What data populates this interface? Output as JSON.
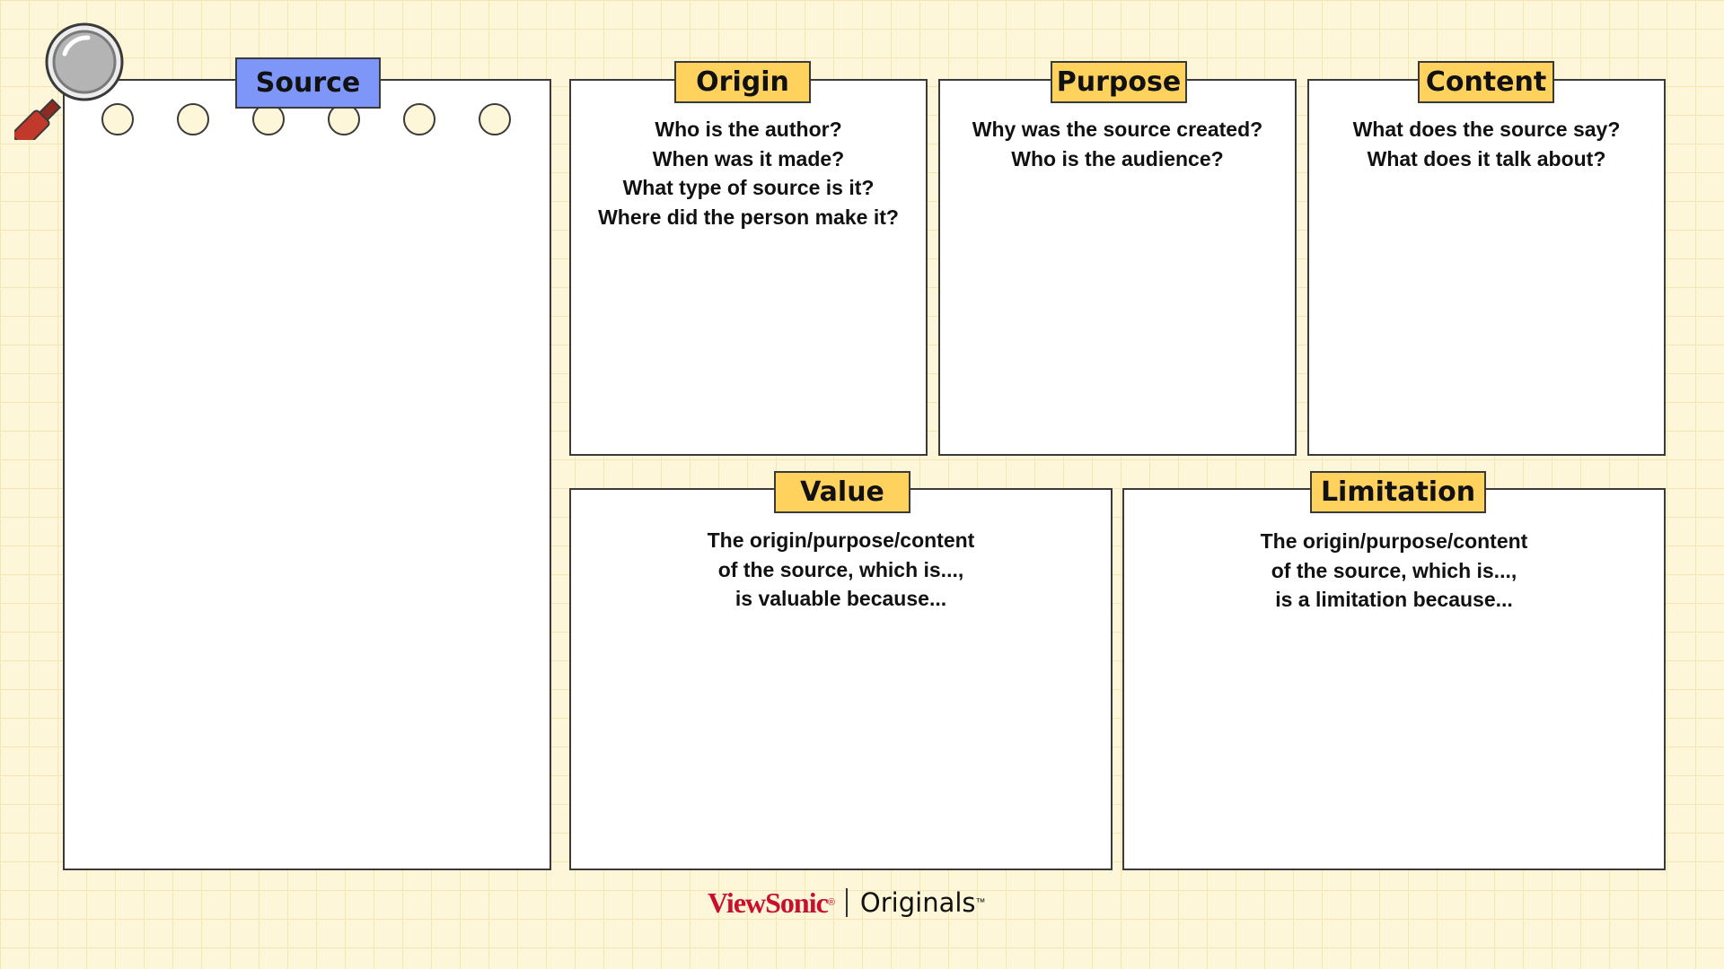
{
  "source": {
    "title": "Source"
  },
  "origin": {
    "title": "Origin",
    "lines": [
      "Who is the author?",
      "When was it made?",
      "What type of source is it?",
      "Where did the person make it?"
    ]
  },
  "purpose": {
    "title": "Purpose",
    "lines": [
      "Why was the source created?",
      "Who is the audience?"
    ]
  },
  "content": {
    "title": "Content",
    "lines": [
      "What does the source say?",
      "What does it talk about?"
    ]
  },
  "value": {
    "title": "Value",
    "lines": [
      "The origin/purpose/content",
      "of the source, which is...,",
      "is valuable because..."
    ]
  },
  "limitation": {
    "title": "Limitation",
    "lines": [
      "The origin/purpose/content",
      "of the source, which is...,",
      "is a limitation because..."
    ]
  },
  "branding": {
    "brand": "ViewSonic",
    "registered": "®",
    "product": "Originals",
    "trademark": "™"
  },
  "colors": {
    "background": "#fdf6d8",
    "grid_line": "#f1e6b4",
    "tag_yellow": "#ffd25e",
    "tag_blue": "#7d96f7",
    "brand_red": "#c8102e",
    "magnifier_handle": "#c0392b"
  },
  "icons": {
    "magnifier": "magnifying-glass-icon"
  }
}
